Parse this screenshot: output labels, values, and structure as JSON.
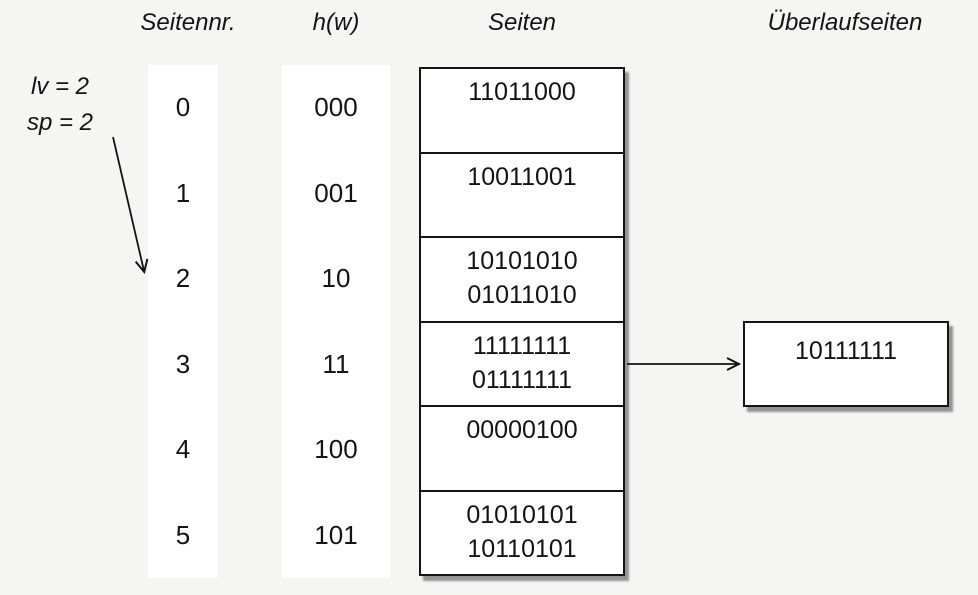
{
  "headers": {
    "page_number": "Seitennr.",
    "hash_function": "h(w)",
    "pages": "Seiten",
    "overflow_pages": "Überlaufseiten"
  },
  "annotation": {
    "line1": "lv = 2",
    "line2": "sp = 2"
  },
  "rows": [
    {
      "nr": "0",
      "hash": "000",
      "line1": "11011000",
      "line2": ""
    },
    {
      "nr": "1",
      "hash": "001",
      "line1": "10011001",
      "line2": ""
    },
    {
      "nr": "2",
      "hash": "10",
      "line1": "10101010",
      "line2": "01011010"
    },
    {
      "nr": "3",
      "hash": "11",
      "line1": "11111111",
      "line2": "01111111"
    },
    {
      "nr": "4",
      "hash": "100",
      "line1": "00000100",
      "line2": ""
    },
    {
      "nr": "5",
      "hash": "101",
      "line1": "01010101",
      "line2": "10110101"
    }
  ],
  "overflow": {
    "value": "10111111"
  },
  "colors": {
    "background": "#f5f5f4",
    "ink": "#141414",
    "box_fill": "#ffffff"
  }
}
